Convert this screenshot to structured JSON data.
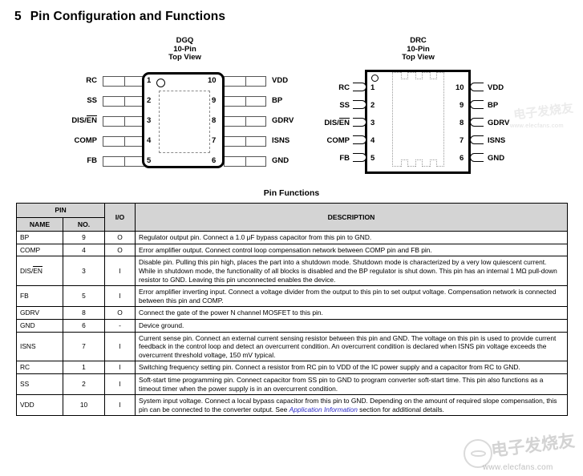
{
  "heading": {
    "number": "5",
    "title": "Pin Configuration and Functions"
  },
  "packages": [
    {
      "id": "dgq",
      "title": "DGQ\n10-Pin\nTop View",
      "name": "DGQ",
      "pins": "10-Pin",
      "view": "Top View",
      "left_pins": [
        {
          "num": "1",
          "label": "RC"
        },
        {
          "num": "2",
          "label": "SS"
        },
        {
          "num": "3",
          "label": "DIS/EN",
          "overline_part": "EN",
          "plain_part": "DIS/"
        },
        {
          "num": "4",
          "label": "COMP"
        },
        {
          "num": "5",
          "label": "FB"
        }
      ],
      "right_pins": [
        {
          "num": "10",
          "label": "VDD"
        },
        {
          "num": "9",
          "label": "BP"
        },
        {
          "num": "8",
          "label": "GDRV"
        },
        {
          "num": "7",
          "label": "ISNS"
        },
        {
          "num": "6",
          "label": "GND"
        }
      ]
    },
    {
      "id": "drc",
      "title": "DRC\n10-Pin\nTop View",
      "name": "DRC",
      "pins": "10-Pin",
      "view": "Top View",
      "left_pins": [
        {
          "num": "1",
          "label": "RC"
        },
        {
          "num": "2",
          "label": "SS"
        },
        {
          "num": "3",
          "label": "DIS/EN",
          "overline_part": "EN",
          "plain_part": "DIS/"
        },
        {
          "num": "4",
          "label": "COMP"
        },
        {
          "num": "5",
          "label": "FB"
        }
      ],
      "right_pins": [
        {
          "num": "10",
          "label": "VDD"
        },
        {
          "num": "9",
          "label": "BP"
        },
        {
          "num": "8",
          "label": "GDRV"
        },
        {
          "num": "7",
          "label": "ISNS"
        },
        {
          "num": "6",
          "label": "GND"
        }
      ]
    }
  ],
  "table": {
    "caption": "Pin Functions",
    "group_header": "PIN",
    "headers": {
      "name": "NAME",
      "no": "NO.",
      "io": "I/O",
      "description": "DESCRIPTION"
    },
    "rows": [
      {
        "name": "BP",
        "no": "9",
        "io": "O",
        "desc": "Regulator output pin. Connect a 1.0 μF bypass capacitor from this pin to GND."
      },
      {
        "name": "COMP",
        "no": "4",
        "io": "O",
        "desc": "Error amplifier output. Connect control loop compensation network between COMP pin and FB pin."
      },
      {
        "name": "DIS/EN",
        "name_plain": "DIS/",
        "name_overline": "EN",
        "no": "3",
        "io": "I",
        "desc": "Disable pin. Pulling this pin high, places the part into a shutdown mode. Shutdown mode is characterized by a very low quiescent current. While in shutdown mode, the functionality of all blocks is disabled and the BP regulator is shut down. This pin has an internal 1 MΩ pull-down resistor to GND. Leaving this pin unconnected enables the device."
      },
      {
        "name": "FB",
        "no": "5",
        "io": "I",
        "desc": "Error amplifier inverting input. Connect a voltage divider from the output to this pin to set output voltage. Compensation network is connected between this pin and COMP."
      },
      {
        "name": "GDRV",
        "no": "8",
        "io": "O",
        "desc": "Connect the gate of the power N channel MOSFET to this pin."
      },
      {
        "name": "GND",
        "no": "6",
        "io": "-",
        "desc": "Device ground."
      },
      {
        "name": "ISNS",
        "no": "7",
        "io": "I",
        "desc": "Current sense pin. Connect an external current sensing resistor between this pin and GND. The voltage on this pin is used to provide current feedback in the control loop and detect an overcurrent condition. An overcurrent condition is declared when ISNS pin voltage exceeds the overcurrent threshold voltage, 150 mV typical."
      },
      {
        "name": "RC",
        "no": "1",
        "io": "I",
        "desc": "Switching frequency setting pin. Connect a resistor from RC pin to VDD of the IC power supply and a capacitor from RC to GND."
      },
      {
        "name": "SS",
        "no": "2",
        "io": "I",
        "desc": "Soft-start time programming pin. Connect capacitor from SS pin to GND to program converter soft-start time. This pin also functions as a timeout timer when the power supply is in an overcurrent condition."
      },
      {
        "name": "VDD",
        "no": "10",
        "io": "I",
        "desc_part1": "System input voltage. Connect a local bypass capacitor from this pin to GND. Depending on the amount of required slope compensation, this pin can be connected to the converter output. See ",
        "desc_link": "Application Information",
        "desc_part2": " section for additional details."
      }
    ]
  },
  "watermarks": {
    "site_url": "www.elecfans.com",
    "cn_text": "电子发烧友"
  }
}
